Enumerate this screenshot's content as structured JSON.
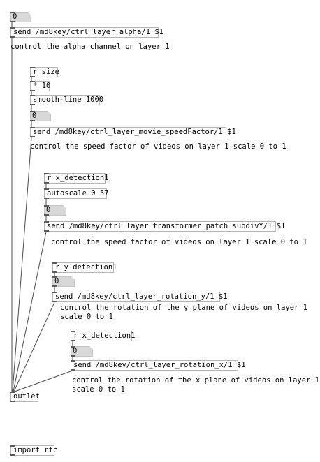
{
  "patch": {
    "atom_top": "0",
    "send_alpha": "send /md8key/ctrl_layer_alpha/1 $1",
    "comment_alpha": "control the alpha channel on layer 1",
    "r_size": "r size",
    "mul_10": "* 10",
    "smooth_line": "smooth-line 1000",
    "atom_speed": "0",
    "send_speed": "send /md8key/ctrl_layer_movie_speedFactor/1 $1",
    "comment_speed": "control the speed factor of videos on layer 1 scale 0 to 1",
    "r_xdet_1": "r x_detection1",
    "autoscale": "autoscale 0 57",
    "atom_subdiv": "0",
    "send_subdiv": "send /md8key/ctrl_layer_transformer_patch_subdivY/1 $1",
    "comment_subdiv": "control the speed factor of videos on layer 1 scale 0 to 1",
    "r_ydet": "r y_detection1",
    "atom_rot_y": "0",
    "send_rot_y": "send /md8key/ctrl_layer_rotation_y/1 $1",
    "comment_rot_y_1": "control the rotation of the y plane of videos on layer 1",
    "comment_rot_y_2": "scale 0 to 1",
    "r_xdet_2": "r x_detection1",
    "atom_rot_x": "0",
    "send_rot_x": "send /md8key/ctrl_layer_rotation_x/1 $1",
    "comment_rot_x_1": "control the rotation of the x plane of videos on layer 1",
    "comment_rot_x_2": "scale 0 to 1",
    "outlet": "outlet",
    "import": "import rtc"
  },
  "colors": {
    "wire": "#4a4a4a",
    "box_border": "#b5b5b5",
    "atom_fill": "#d8d8d8",
    "background": "#ffffff"
  }
}
